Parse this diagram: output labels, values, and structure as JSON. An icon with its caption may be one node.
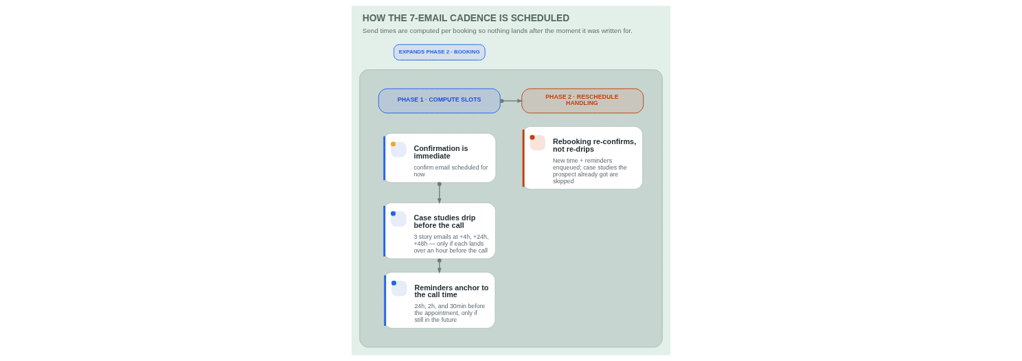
{
  "diagram": {
    "title": "HOW THE 7-EMAIL CADENCE IS SCHEDULED",
    "caption": "Send times are computed per booking so nothing lands after the moment it was written for.",
    "nodes": [
      {
        "text": [],
        "shape": "box"
      },
      {
        "text": [
          "PHASE 1 · COMPUTE SLOTS"
        ],
        "in": 0
      },
      {
        "text": [
          "PHASE 2 · RESCHEDULE HANDLING"
        ],
        "in": 0
      },
      {
        "text": [
          "Confirmation is immediate",
          "confirm email scheduled for now"
        ],
        "in": 0
      },
      {
        "text": [
          "Case studies drip before the call",
          "3 story emails at +4h, +24h, +48h — only if each lands over an hour before the call"
        ],
        "in": 0
      },
      {
        "text": [
          "Reminders anchor to the call time",
          "24h, 2h, and 30min before the appointment, only if still in the future"
        ],
        "in": 0
      },
      {
        "text": [
          "Rebooking re-confirms, not re-drips",
          "New time + reminders enqueued; case studies the prospect already got are skipped"
        ],
        "in": 0
      }
    ],
    "edges": [
      {
        "from": 1,
        "to": 2,
        "arrow": "to"
      },
      {
        "from": 3,
        "to": 4,
        "arrow": "to"
      },
      {
        "from": 4,
        "to": 5,
        "arrow": "to"
      }
    ],
    "labels": [
      "EXPANDS PHASE 2 · BOOKING"
    ]
  }
}
